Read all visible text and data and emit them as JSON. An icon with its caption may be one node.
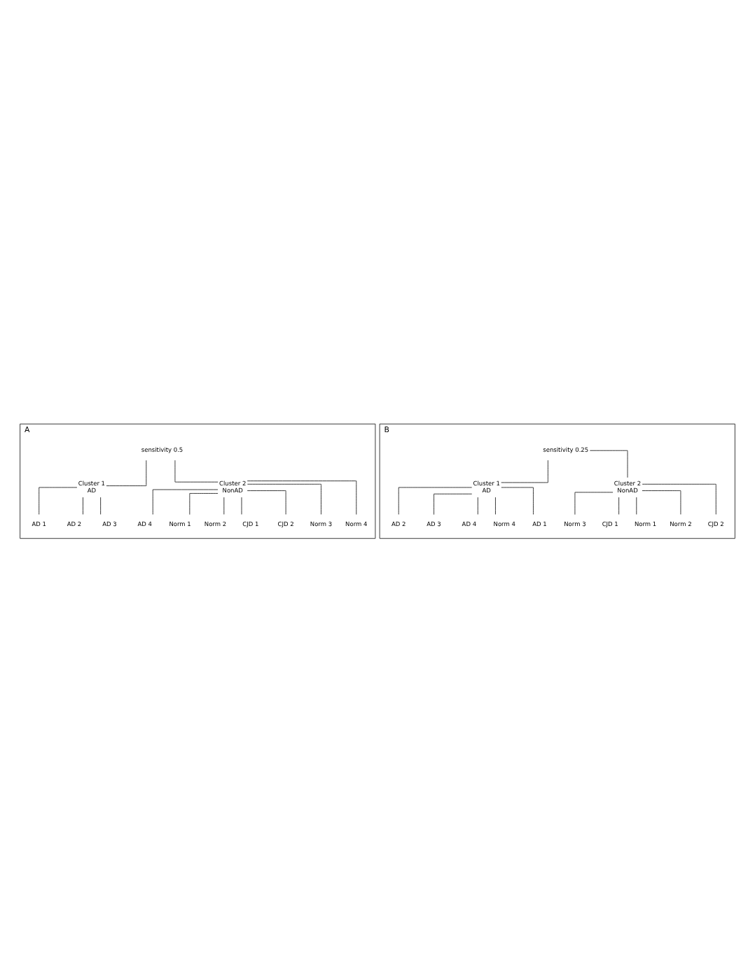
{
  "diagram": {
    "nodes": [
      {
        "text": [
          "A"
        ]
      },
      {
        "text": [
          "sensitivity 0.5"
        ],
        "in": 0
      },
      {
        "text": [
          "Cluster 1",
          "AD"
        ],
        "in": 0
      },
      {
        "text": [
          "Cluster 2",
          "NonAD"
        ],
        "in": 0
      },
      {
        "text": [
          "AD 1"
        ],
        "in": 0
      },
      {
        "text": [
          "AD 2"
        ],
        "in": 0
      },
      {
        "text": [
          "AD 3"
        ],
        "in": 0
      },
      {
        "text": [
          "AD 4"
        ],
        "in": 0
      },
      {
        "text": [
          "Norm 1"
        ],
        "in": 0
      },
      {
        "text": [
          "Norm 2"
        ],
        "in": 0
      },
      {
        "text": [
          "CJD 1"
        ],
        "in": 0
      },
      {
        "text": [
          "CJD 2"
        ],
        "in": 0
      },
      {
        "text": [
          "Norm 3"
        ],
        "in": 0
      },
      {
        "text": [
          "Norm 4"
        ],
        "in": 0
      },
      {
        "text": [
          "B"
        ]
      },
      {
        "text": [
          "sensitivity 0.25"
        ],
        "in": 14
      },
      {
        "text": [
          "Cluster 1",
          "AD"
        ],
        "in": 14
      },
      {
        "text": [
          "Cluster 2",
          "NonAD"
        ],
        "in": 14
      },
      {
        "text": [
          "AD 2"
        ],
        "in": 14
      },
      {
        "text": [
          "AD 3"
        ],
        "in": 14
      },
      {
        "text": [
          "AD 4"
        ],
        "in": 14
      },
      {
        "text": [
          "Norm 4"
        ],
        "in": 14
      },
      {
        "text": [
          "AD 1"
        ],
        "in": 14
      },
      {
        "text": [
          "Norm 3"
        ],
        "in": 14
      },
      {
        "text": [
          "CJD 1"
        ],
        "in": 14
      },
      {
        "text": [
          "Norm 1"
        ],
        "in": 14
      },
      {
        "text": [
          "Norm 2"
        ],
        "in": 14
      },
      {
        "text": [
          "CJD 2"
        ],
        "in": 14
      }
    ],
    "edges": [
      {
        "from": 1,
        "to": 2,
        "arrow": "none"
      },
      {
        "from": 1,
        "to": 3,
        "arrow": "none"
      },
      {
        "from": 2,
        "to": 4,
        "arrow": "none"
      },
      {
        "from": 2,
        "to": 5,
        "arrow": "none"
      },
      {
        "from": 2,
        "to": 6,
        "arrow": "none"
      },
      {
        "from": 3,
        "to": 7,
        "arrow": "none"
      },
      {
        "from": 3,
        "to": 8,
        "arrow": "none"
      },
      {
        "from": 3,
        "to": 9,
        "arrow": "none"
      },
      {
        "from": 3,
        "to": 10,
        "arrow": "none"
      },
      {
        "from": 3,
        "to": 11,
        "arrow": "none"
      },
      {
        "from": 3,
        "to": 12,
        "arrow": "none"
      },
      {
        "from": 3,
        "to": 13,
        "arrow": "none"
      },
      {
        "from": 15,
        "to": 16,
        "arrow": "none"
      },
      {
        "from": 15,
        "to": 17,
        "arrow": "none"
      },
      {
        "from": 16,
        "to": 18,
        "arrow": "none"
      },
      {
        "from": 16,
        "to": 19,
        "arrow": "none"
      },
      {
        "from": 16,
        "to": 20,
        "arrow": "none"
      },
      {
        "from": 16,
        "to": 21,
        "arrow": "none"
      },
      {
        "from": 16,
        "to": 22,
        "arrow": "none"
      },
      {
        "from": 17,
        "to": 23,
        "arrow": "none"
      },
      {
        "from": 17,
        "to": 24,
        "arrow": "none"
      },
      {
        "from": 17,
        "to": 25,
        "arrow": "none"
      },
      {
        "from": 17,
        "to": 26,
        "arrow": "none"
      },
      {
        "from": 17,
        "to": 27,
        "arrow": "none"
      }
    ]
  }
}
